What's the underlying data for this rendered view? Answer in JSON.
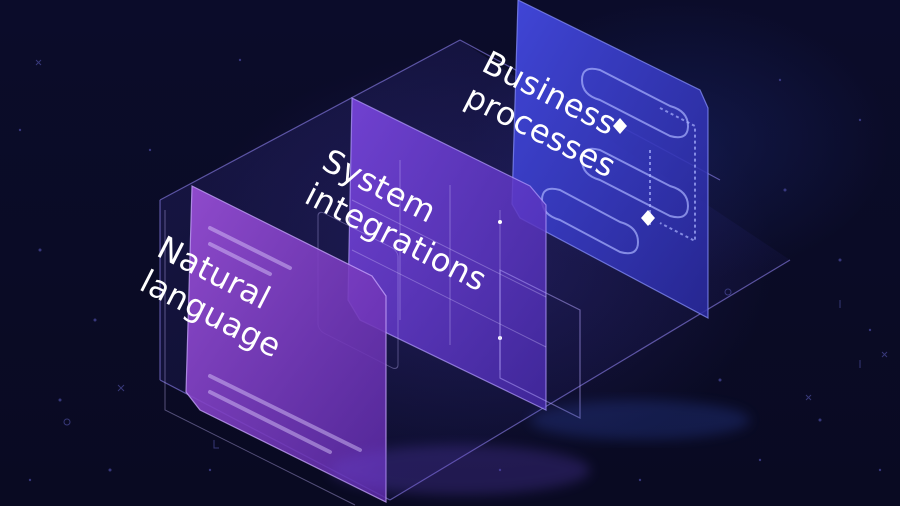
{
  "cards": [
    {
      "label_lines": [
        "Business",
        "processes"
      ],
      "color": "#3b3fd0"
    },
    {
      "label_lines": [
        "System",
        "integrations"
      ],
      "color": "#6a3fd6"
    },
    {
      "label_lines": [
        "Natural",
        "language"
      ],
      "color": "#8a3fcf"
    }
  ],
  "palette": {
    "background": "#0a0b26",
    "glass_edge": "#b8a8ff",
    "text": "#ffffff",
    "diamond": "#ffffff"
  }
}
